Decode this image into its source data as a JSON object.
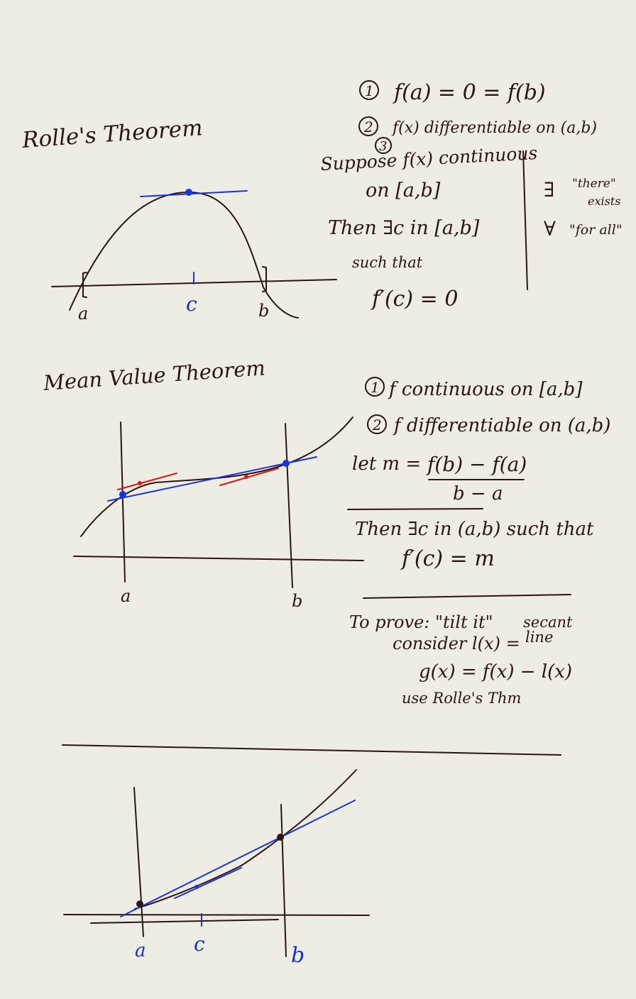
{
  "rolle": {
    "title": "Rolle's Theorem",
    "hyp1_num": "1",
    "hyp1": "f(a) = 0 = f(b)",
    "hyp2_num": "2",
    "hyp2": "f(x) differentiable on (a,b)",
    "hyp3_num": "3",
    "suppose": "Suppose f(x) continuous",
    "on_interval": "on [a,b]",
    "then": "Then ∃c in [a,b]",
    "such_that": "such that",
    "conclusion": "f′(c) = 0",
    "exists_symbol": "∃",
    "exists_text_1": "\"there\"",
    "exists_text_2": "exists",
    "forall_symbol": "∀",
    "forall_text": "\"for all\"",
    "label_a": "a",
    "label_c": "c",
    "label_b": "b"
  },
  "mvt": {
    "title": "Mean Value Theorem",
    "hyp1_num": "1",
    "hyp1": "f continuous on [a,b]",
    "hyp2_num": "2",
    "hyp2": "f differentiable on (a,b)",
    "let_m": "let m =",
    "numerator": "f(b) − f(a)",
    "denominator": "b − a",
    "then": "Then ∃c in (a,b) such that",
    "conclusion": "f′(c) = m",
    "to_prove": "To prove: \"tilt it\"",
    "secant_1": "secant",
    "consider": "consider l(x) =",
    "secant_2": "line",
    "gx": "g(x) = f(x) − l(x)",
    "use_rolle": "use Rolle's Thm",
    "label_a": "a",
    "label_b": "b"
  },
  "bottom": {
    "label_a": "a",
    "label_c": "c",
    "label_b": "b"
  },
  "colors": {
    "paper": "#edede3",
    "ink": "#2e1410",
    "blue": "#1a35e0",
    "red": "#e01515"
  }
}
